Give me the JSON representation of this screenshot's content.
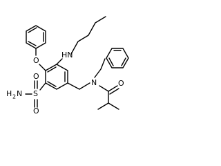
{
  "molecule": {
    "atom_labels": {
      "amine_nh": "HN",
      "ether_o": "O",
      "amide_n": "N",
      "carbonyl_o": "O",
      "sulfonyl_o_top": "O",
      "sulfonyl_s": "S",
      "sulfonyl_o_bottom": "O",
      "sulfonamide_h": "H",
      "sulfonamide_h_count": "2",
      "sulfonamide_n": "N"
    }
  }
}
